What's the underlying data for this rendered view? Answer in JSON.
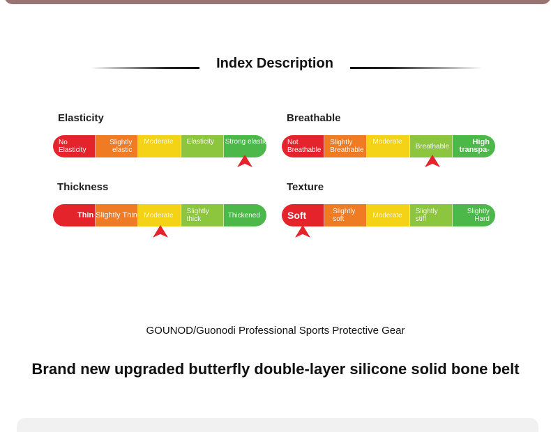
{
  "colors": {
    "top_bar": "#9a7470",
    "scale": [
      "#e5232b",
      "#ef7b25",
      "#f4d215",
      "#8cc63f",
      "#4cb849"
    ],
    "indicator": "#e5232b"
  },
  "title": "Index Description",
  "metrics": [
    {
      "label": "Elasticity",
      "levels": [
        "No Elasticity",
        "Slightly elastic",
        "Moderate",
        "Elasticity",
        "Strong elastic"
      ],
      "selected_index": 4
    },
    {
      "label": "Breathable",
      "levels": [
        "Not Breathable",
        "Slightly Breathable",
        "Moderate",
        "Breathable",
        "High transpa-"
      ],
      "selected_index": 3
    },
    {
      "label": "Thickness",
      "levels": [
        "Thin",
        "Slightly Thin",
        "Moderate",
        "Slightly thick",
        "Thickened"
      ],
      "selected_index": 2
    },
    {
      "label": "Texture",
      "levels": [
        "Soft",
        "Slightly soft",
        "Moderate",
        "Slightly stiff",
        "Slightly Hard"
      ],
      "selected_index": 0
    }
  ],
  "brand_line": "GOUNOD/Guonodi Professional Sports Protective Gear",
  "headline": "Brand new upgraded butterfly double-layer silicone solid bone belt"
}
